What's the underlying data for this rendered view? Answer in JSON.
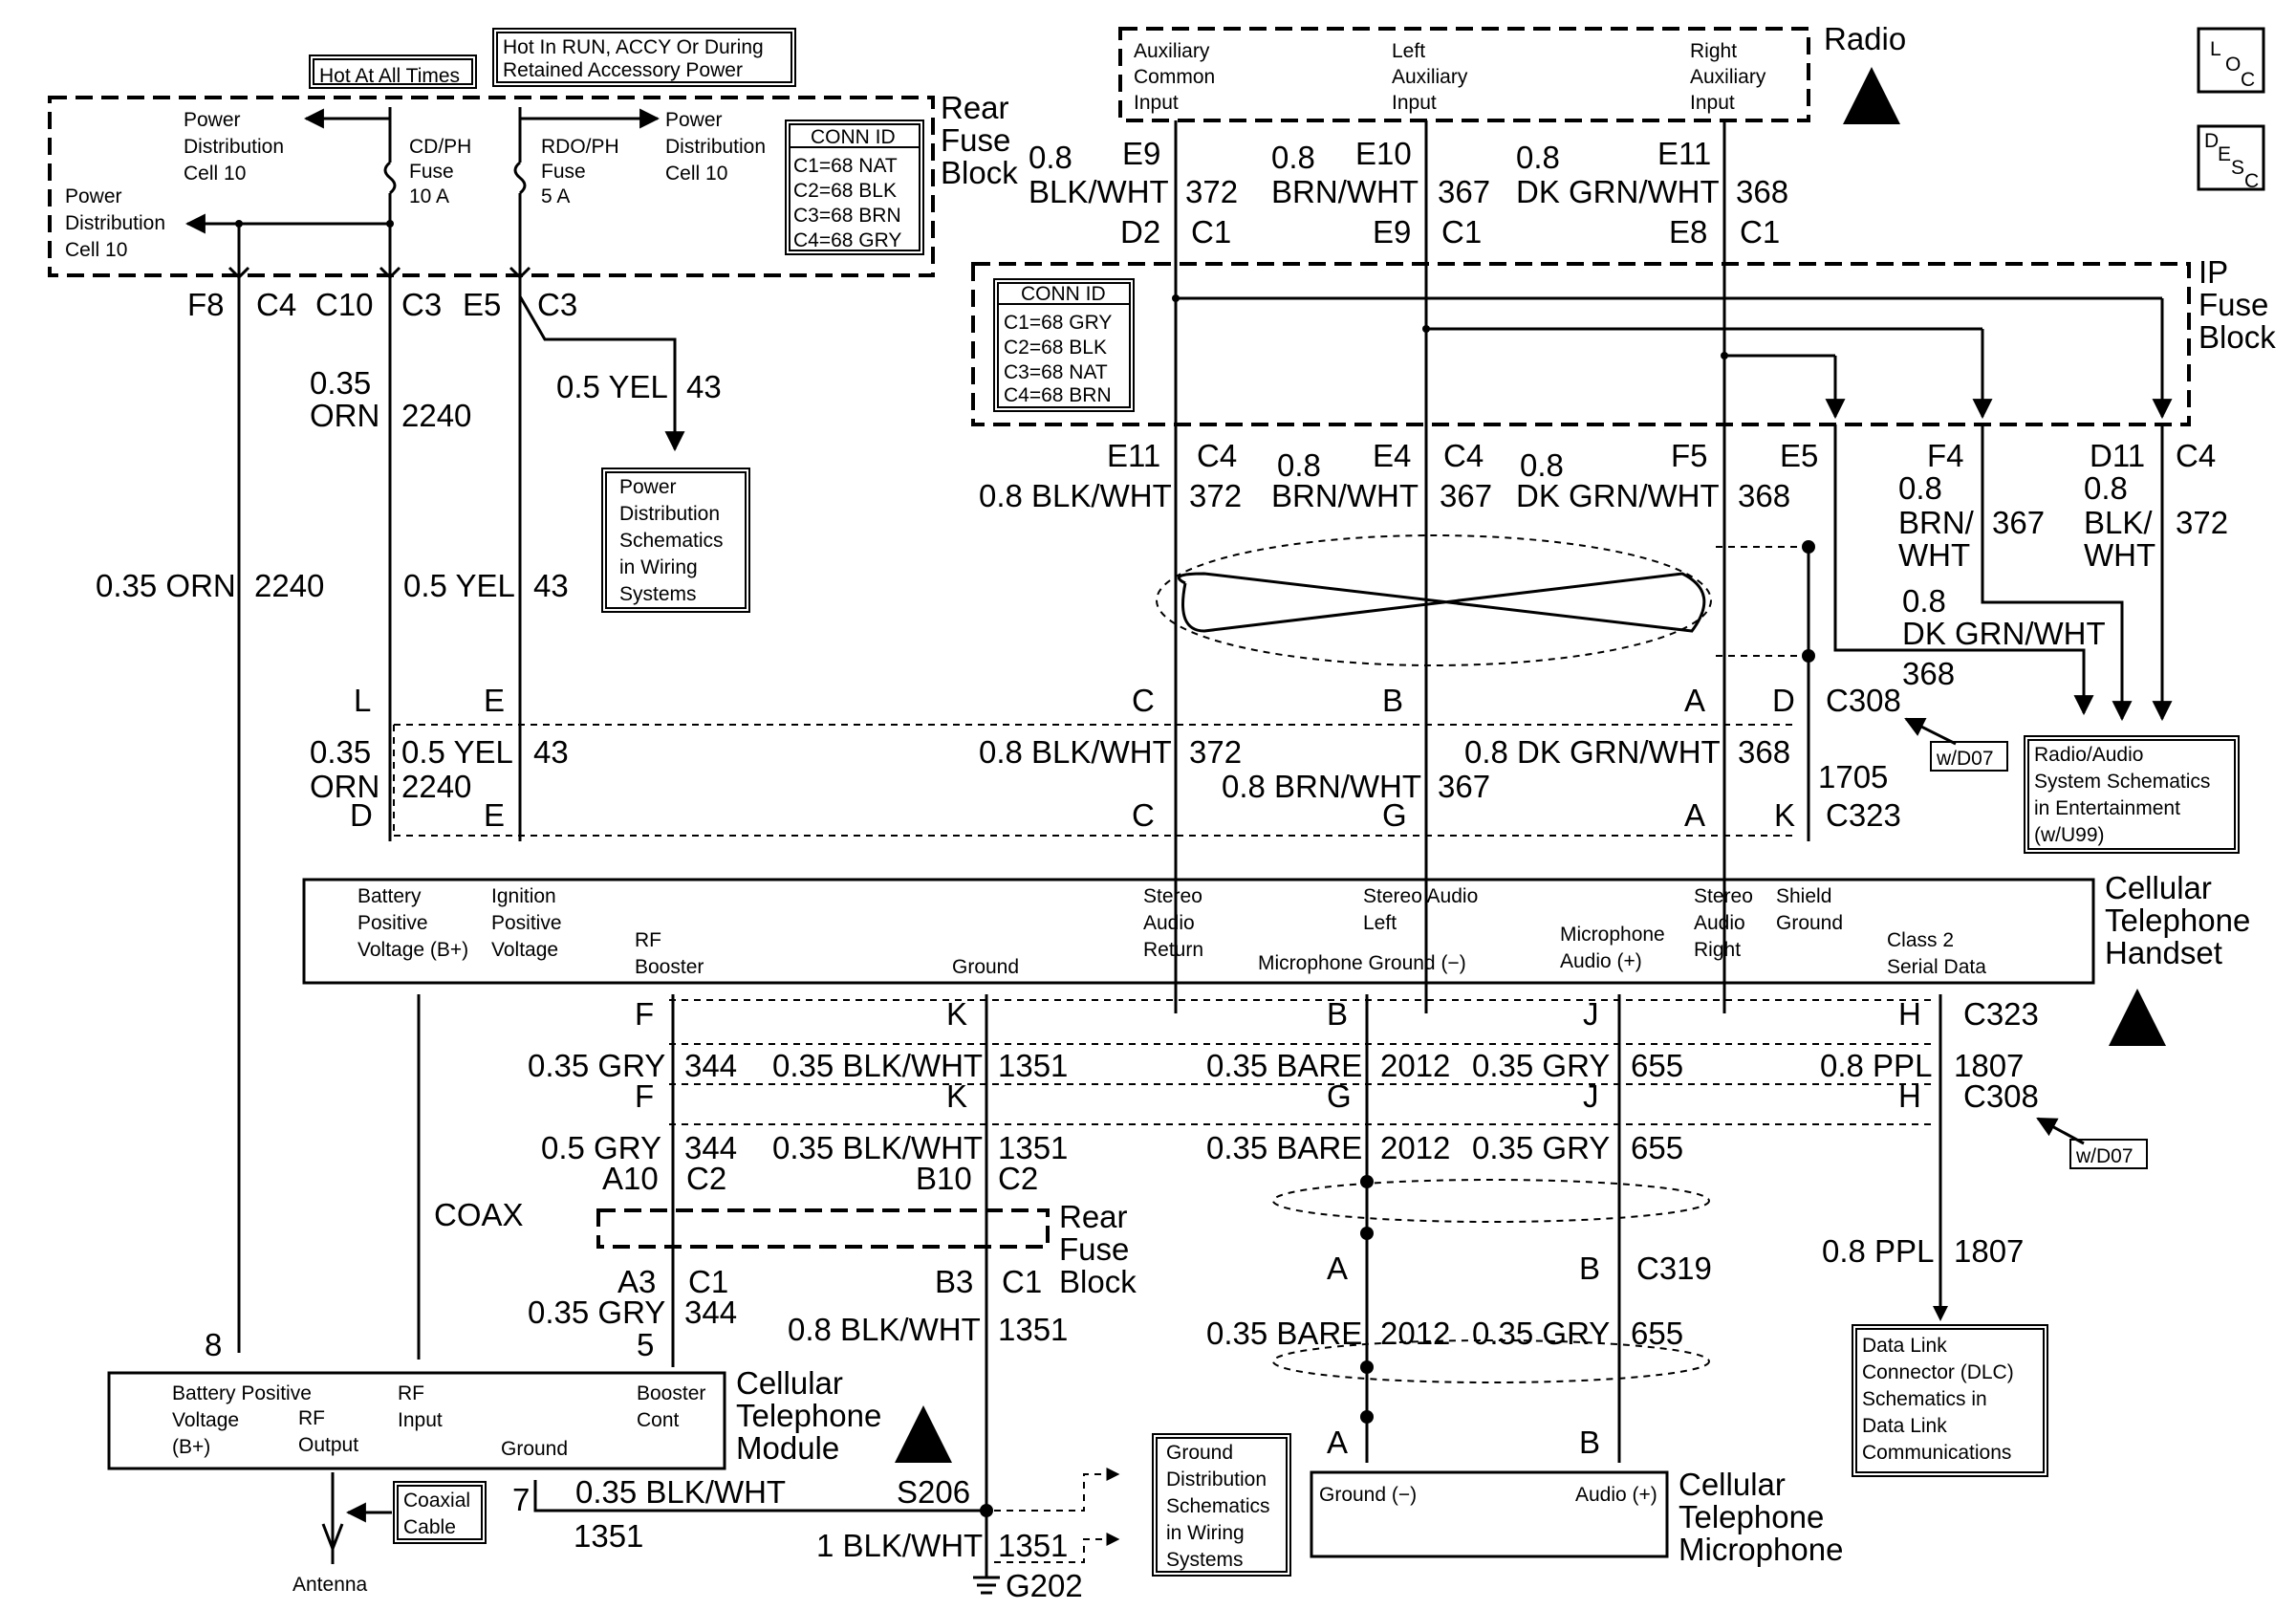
{
  "top_labels": {
    "hot_all_times": "Hot At All Times",
    "hot_run_1": "Hot In RUN, ACCY Or During",
    "hot_run_2": "Retained Accessory Power",
    "radio": "Radio",
    "rear_fuse_1": "Rear",
    "rear_fuse_2": "Fuse",
    "rear_fuse_3": "Block",
    "ip_fuse_1": "IP",
    "ip_fuse_2": "Fuse",
    "ip_fuse_3": "Block"
  },
  "corner_icons": {
    "loc": [
      "L",
      "O",
      "C"
    ],
    "desc": [
      "D",
      "E",
      "S",
      "C"
    ]
  },
  "rear_fuse_block": {
    "pdc_left_top": [
      "Power",
      "Distribution",
      "Cell 10"
    ],
    "pdc_left_bottom": [
      "Power",
      "Distribution",
      "Cell 10"
    ],
    "pdc_right": [
      "Power",
      "Distribution",
      "Cell 10"
    ],
    "fuse1": [
      "CD/PH",
      "Fuse",
      "10 A"
    ],
    "fuse2": [
      "RDO/PH",
      "Fuse",
      "5 A"
    ],
    "conn_title": "CONN ID",
    "conn_rows": [
      "C1=68 NAT",
      "C2=68 BLK",
      "C3=68 BRN",
      "C4=68 GRY"
    ]
  },
  "ip_fuse_block": {
    "conn_title": "CONN ID",
    "conn_rows": [
      "C1=68 GRY",
      "C2=68 BLK",
      "C3=68 NAT",
      "C4=68 BRN"
    ]
  },
  "radio_pins": {
    "aux_common": [
      "Auxiliary",
      "Common",
      "Input"
    ],
    "left_aux": [
      "Left",
      "Auxiliary",
      "Input"
    ],
    "right_aux": [
      "Right",
      "Auxiliary",
      "Input"
    ]
  },
  "wires": {
    "w08": "0.8",
    "e9": "E9",
    "e10": "E10",
    "e11": "E11",
    "blkwht": "BLK/WHT",
    "brnwht": "BRN/WHT",
    "dkgrnwht": "DK GRN/WHT",
    "c372": "372",
    "c367": "367",
    "c368": "368",
    "d2": "D2",
    "c1": "C1",
    "e9b": "E9",
    "e8": "E8",
    "f8": "F8",
    "c4": "C4",
    "c10": "C10",
    "c3": "C3",
    "e5": "E5",
    "orn035": "0.35",
    "orn": "ORN",
    "c2240": "2240",
    "yel05": "0.5 YEL",
    "c43": "43",
    "orn_full": "0.35 ORN",
    "e11b": "E11",
    "e4": "E4",
    "f5": "F5",
    "e5b": "E5",
    "f4": "F4",
    "d11": "D11",
    "blkwht08": "0.8 BLK/WHT",
    "brn_slash": "BRN/",
    "wht": "WHT",
    "blk_slash": "BLK/",
    "dkgrn08": "0.8 DK GRN/WHT",
    "dkgrn_only": "DK GRN/WHT",
    "brnwht08": "0.8 BRN/WHT",
    "L": "L",
    "E": "E",
    "C": "C",
    "B": "B",
    "A": "A",
    "D": "D",
    "G": "G",
    "K": "K",
    "c308": "C308",
    "c323": "C323",
    "c1705": "1705",
    "wd07": "w/D07"
  },
  "boxes": {
    "pds_wiring": [
      "Power",
      "Distribution",
      "Schematics",
      "in Wiring",
      "Systems"
    ],
    "radio_audio": [
      "Radio/Audio",
      "System Schematics",
      "in Entertainment",
      "(w/U99)"
    ],
    "dlc": [
      "Data Link",
      "Connector (DLC)",
      "Schematics in",
      "Data Link",
      "Communications"
    ],
    "ground_dist": [
      "Ground",
      "Distribution",
      "Schematics",
      "in Wiring",
      "Systems"
    ],
    "coax_cable": [
      "Coaxial",
      "Cable"
    ]
  },
  "handset": {
    "title": [
      "Cellular",
      "Telephone",
      "Handset"
    ],
    "bplus": [
      "Battery",
      "Positive",
      "Voltage (B+)"
    ],
    "ign": [
      "Ignition",
      "Positive",
      "Voltage"
    ],
    "rf": [
      "RF",
      "Booster"
    ],
    "ground": "Ground",
    "stereo_return": [
      "Stereo",
      "Audio",
      "Return"
    ],
    "stereo_left": [
      "Stereo Audio",
      "Left"
    ],
    "mic_ground": "Microphone Ground (−)",
    "mic_audio": [
      "Microphone",
      "Audio (+)"
    ],
    "stereo_right": [
      "Stereo",
      "Audio",
      "Right"
    ],
    "shield": [
      "Shield",
      "Ground"
    ],
    "class2": [
      "Class 2",
      "Serial Data"
    ]
  },
  "lower": {
    "F": "F",
    "K": "K",
    "B": "B",
    "J": "J",
    "H": "H",
    "G": "G",
    "A": "A",
    "c323": "C323",
    "c308": "C308",
    "c319": "C319",
    "gry035": "0.35 GRY",
    "c344": "344",
    "blkwht035": "0.35 BLK/WHT",
    "c1351": "1351",
    "bare035": "0.35 BARE",
    "c2012": "2012",
    "c655": "655",
    "ppl08": "0.8 PPL",
    "c1807": "1807",
    "gry05": "0.5 GRY",
    "a10": "A10",
    "c2": "C2",
    "b10": "B10",
    "coax": "COAX",
    "rear_fuse": [
      "Rear",
      "Fuse",
      "Block"
    ],
    "a3": "A3",
    "c1": "C1",
    "b3": "B3",
    "pin5": "5",
    "blkwht08": "0.8 BLK/WHT",
    "pin8": "8",
    "pin7": "7",
    "s206": "S206",
    "g202": "G202",
    "blkwht1": "1 BLK/WHT",
    "wd07": "w/D07"
  },
  "module": {
    "title": [
      "Cellular",
      "Telephone",
      "Module"
    ],
    "bplus": [
      "Battery Positive",
      "Voltage",
      "(B+)"
    ],
    "rf_output": [
      "RF",
      "Output"
    ],
    "rf_input": [
      "RF",
      "Input"
    ],
    "ground": "Ground",
    "booster": [
      "Booster",
      "Cont"
    ]
  },
  "microphone": {
    "title": [
      "Cellular",
      "Telephone",
      "Microphone"
    ],
    "ground": "Ground (−)",
    "audio": "Audio (+)"
  },
  "antenna": "Antenna"
}
